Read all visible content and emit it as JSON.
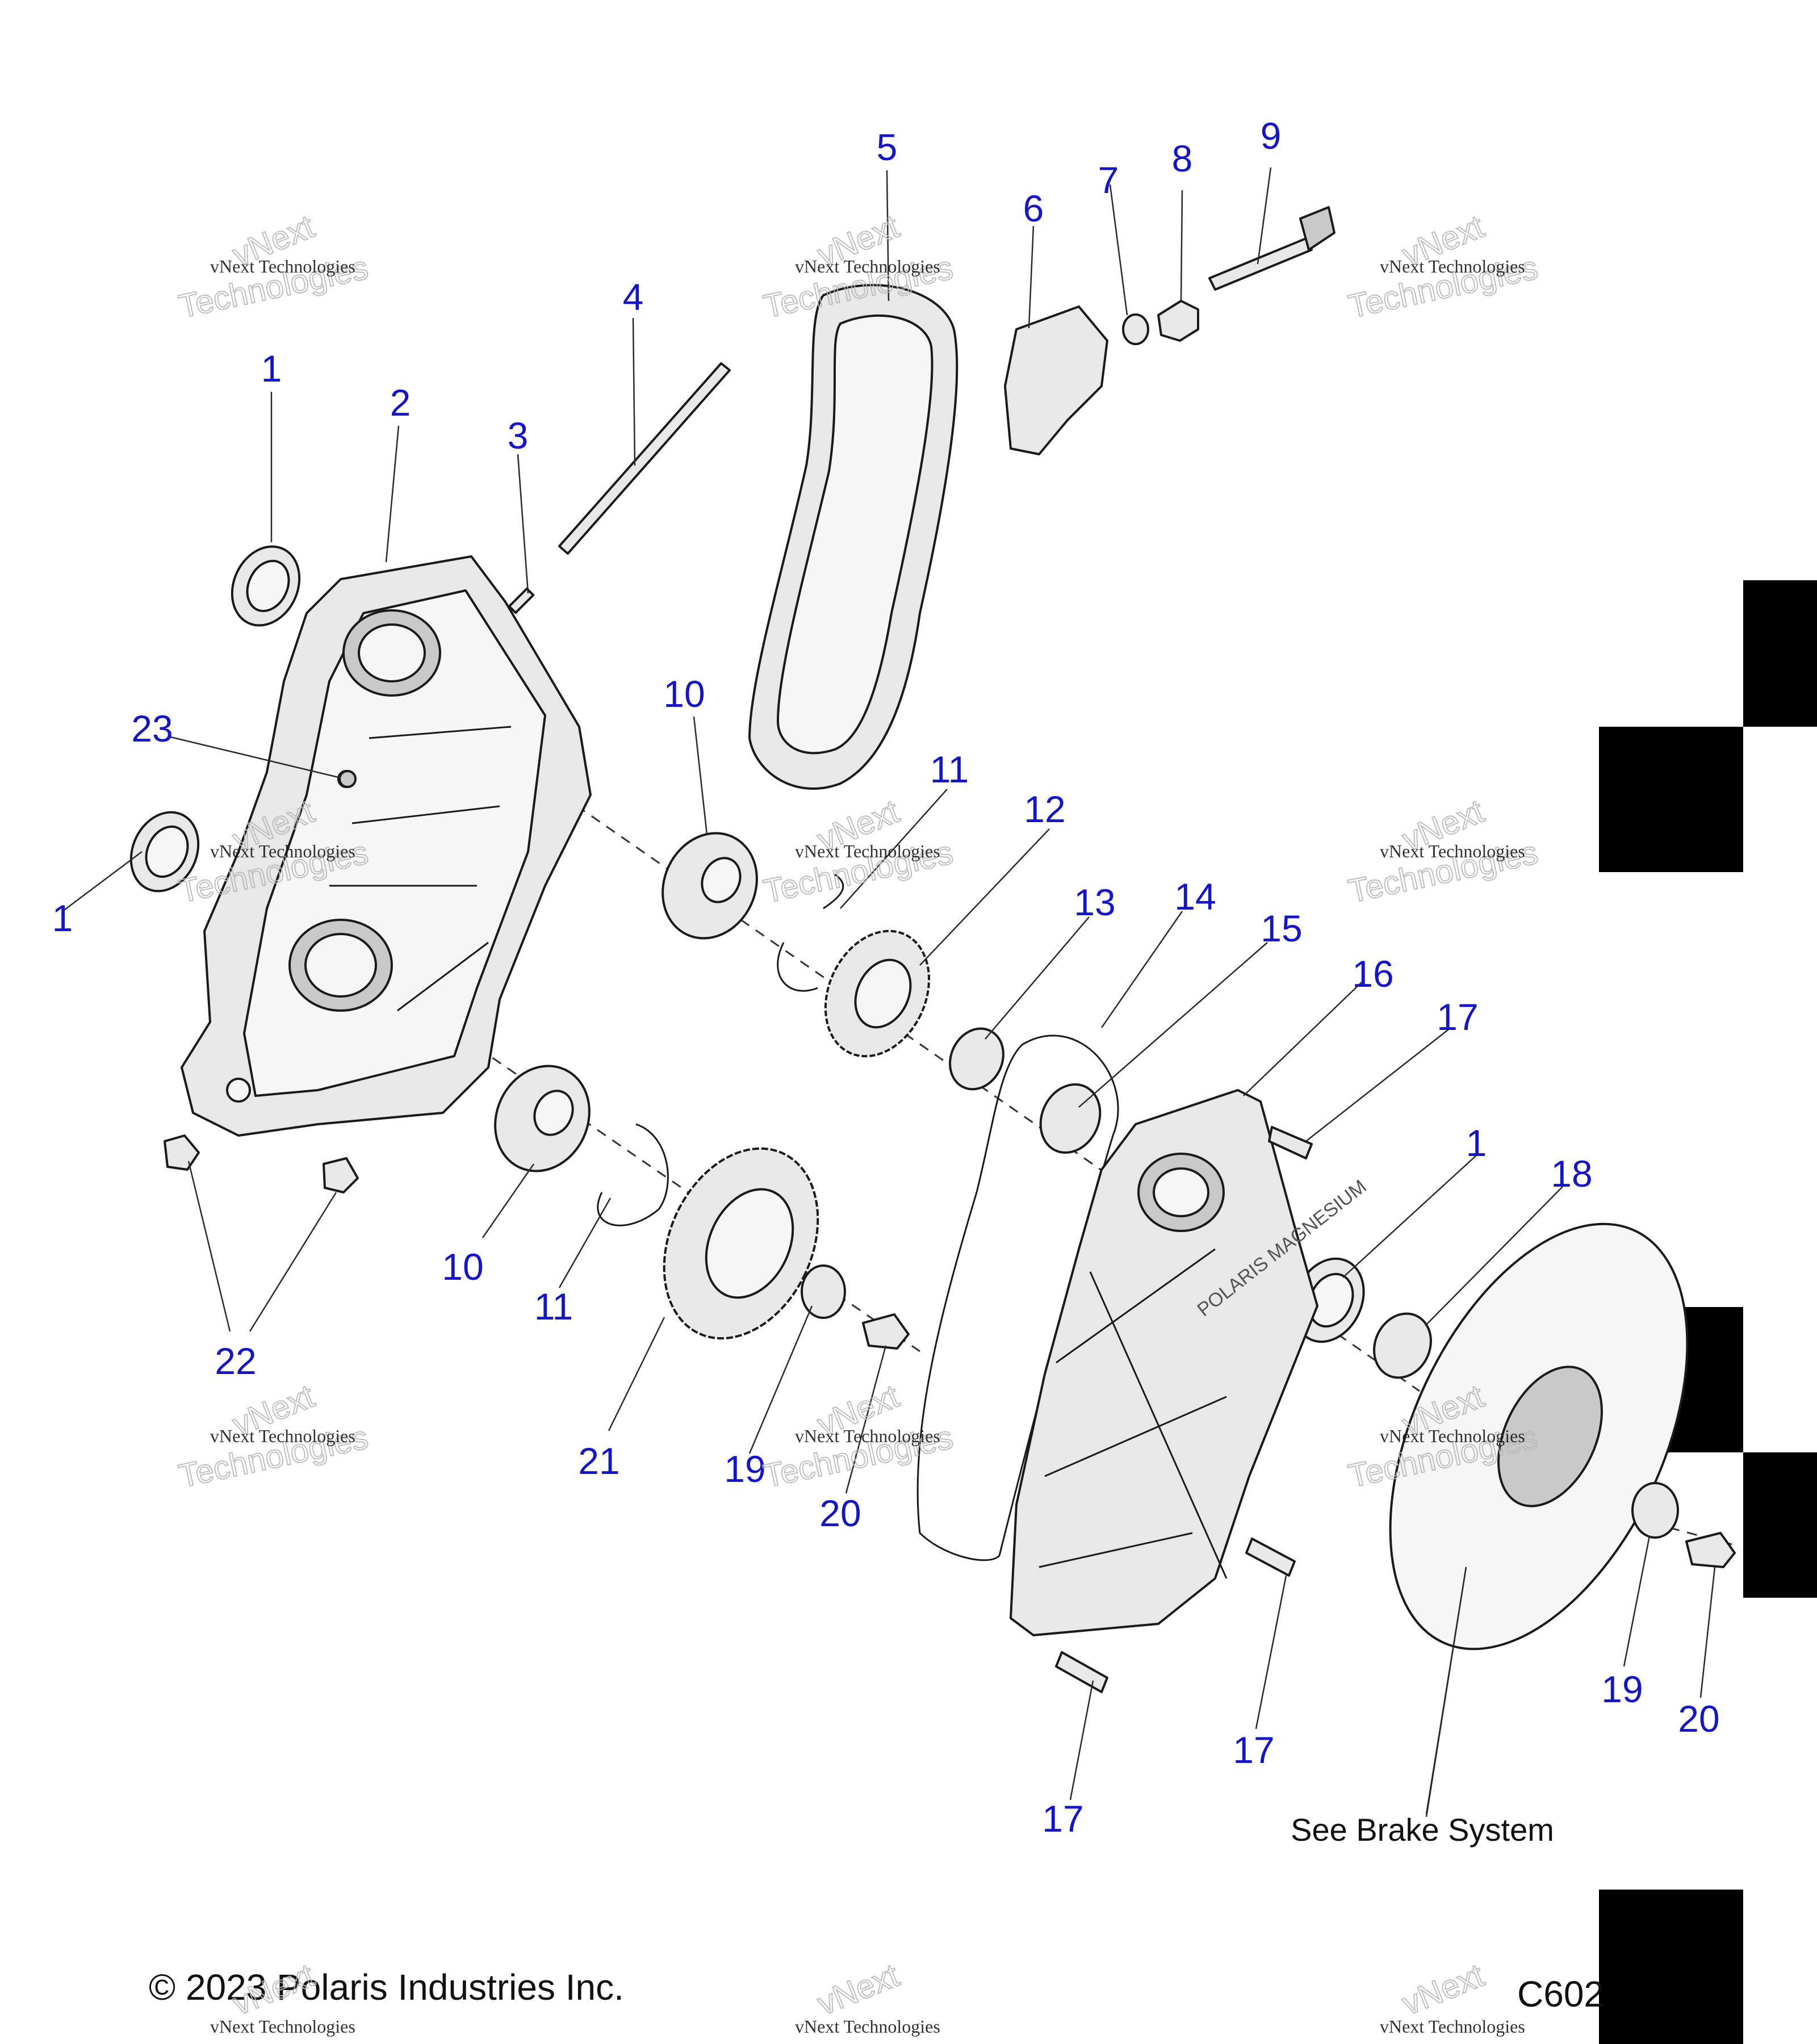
{
  "callouts": {
    "c1a": "1",
    "c1b": "1",
    "c1c": "1",
    "c2": "2",
    "c3": "3",
    "c4": "4",
    "c5": "5",
    "c6": "6",
    "c7": "7",
    "c8": "8",
    "c9": "9",
    "c10a": "10",
    "c10b": "10",
    "c11a": "11",
    "c11b": "11",
    "c12": "12",
    "c13": "13",
    "c14": "14",
    "c15": "15",
    "c16": "16",
    "c17a": "17",
    "c17b": "17",
    "c17c": "17",
    "c18": "18",
    "c19a": "19",
    "c19b": "19",
    "c20a": "20",
    "c20b": "20",
    "c21": "21",
    "c22": "22",
    "c23": "23"
  },
  "note": "See Brake System",
  "copyright": "© 2023 Polaris Industries Inc.",
  "diagram_code": "C602",
  "watermark": {
    "small": "vNext Technologies",
    "large_top": "vNext",
    "large_bottom": "Technologies"
  },
  "cover_logo": "POLARIS MAGNESIUM",
  "colors": {
    "callout": "#1414c8",
    "parts": "#e8e8e8",
    "registration_marks": "#000000"
  }
}
